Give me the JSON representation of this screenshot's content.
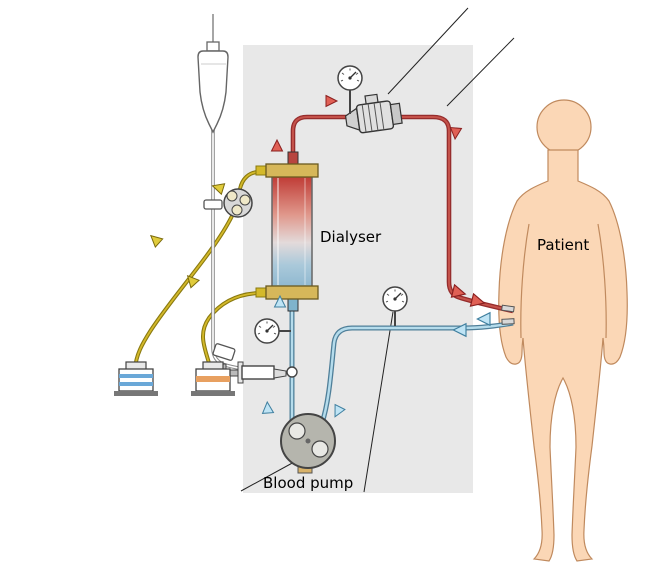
{
  "diagram": {
    "labels": {
      "dialyser": "Dialyser",
      "patient": "Patient",
      "blood_pump": "Blood pump"
    },
    "colors": {
      "red_tube": "#c4524a",
      "red_tube_outline": "#962c2c",
      "blue_tube": "#b5dcec",
      "blue_tube_outline": "#4f7f99",
      "yellow_tube": "#d4b92a",
      "yellow_tube_outline": "#8a7a10",
      "saline_tube": "#ffffff",
      "saline_tube_outline": "#8a8a8a",
      "skin": "#fbd7b6",
      "skin_outline": "#c08a5e",
      "machine_panel": "#e8e8e8",
      "red_arrow": "#e06055",
      "blue_arrow": "#bfe4f5",
      "yellow_arrow": "#e0cb3c"
    },
    "components": [
      "iv-bag",
      "tube-clamp",
      "roller-clamp",
      "heparin-syringe",
      "injection-port",
      "dialysate-pump",
      "dialyser",
      "air-trap",
      "pressure-gauge-venous",
      "pressure-gauge-arterial",
      "pressure-gauge-inlet",
      "blood-pump",
      "dialysate-drain-container",
      "dialysate-supply-container",
      "patient-figure"
    ]
  }
}
